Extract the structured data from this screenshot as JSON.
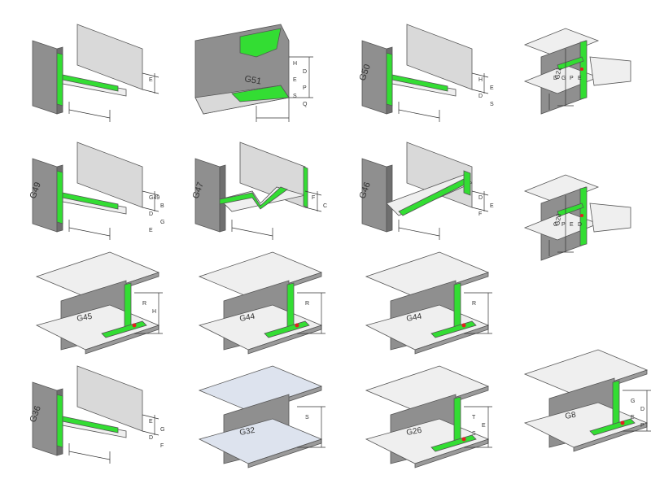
{
  "colors": {
    "plate": "#8f8f8f",
    "plate_dark": "#6f6f6f",
    "plate_light": "#d9d9d9",
    "flange_top": "#efefef",
    "flange_edge": "#9a9a9a",
    "weld": "#33dd33",
    "weld_dark": "#1a9a1a",
    "dim": "#333333",
    "red_dot": "#e02020",
    "steel_blue": "#dde3ee"
  },
  "joints": [
    {
      "id": "c1",
      "label": "",
      "kind": "tee_plate",
      "dims": [
        "E"
      ]
    },
    {
      "id": "G51",
      "label": "G51",
      "kind": "beam_bevel",
      "dims": [
        "H",
        "D",
        "E",
        "P",
        "S",
        "Q"
      ]
    },
    {
      "id": "G50",
      "label": "G50",
      "kind": "tee_plate_v",
      "dims": [
        "H",
        "E",
        "D",
        "S"
      ]
    },
    {
      "id": "G21",
      "label": "G21",
      "kind": "ibeam_end",
      "dims": [
        "D",
        "G",
        "P",
        "E"
      ]
    },
    {
      "id": "G49",
      "label": "G49",
      "kind": "tee_plate_step",
      "dims": [
        "G49",
        "B",
        "D",
        "G",
        "E"
      ]
    },
    {
      "id": "G47",
      "label": "G47",
      "kind": "tee_plate_zig",
      "dims": [
        "F",
        "C"
      ]
    },
    {
      "id": "G46",
      "label": "G46",
      "kind": "tee_plate_ramp",
      "dims": [
        "D",
        "E",
        "F"
      ]
    },
    {
      "id": "G20",
      "label": "G20",
      "kind": "ibeam_end",
      "dims": [
        "G",
        "P",
        "E",
        "D"
      ]
    },
    {
      "id": "G45",
      "label": "G45",
      "kind": "ibeam_corner",
      "dims": [
        "R",
        "H"
      ]
    },
    {
      "id": "G44a",
      "label": "G44",
      "kind": "ibeam_corner",
      "dims": [
        "R"
      ]
    },
    {
      "id": "G44b",
      "label": "G44",
      "kind": "ibeam_cope",
      "dims": [
        "R"
      ]
    },
    {
      "id": "blank",
      "label": "",
      "kind": "none",
      "dims": []
    },
    {
      "id": "G36",
      "label": "G36",
      "kind": "tee_plate_angle",
      "dims": [
        "E",
        "G",
        "D",
        "F"
      ]
    },
    {
      "id": "G32",
      "label": "G32",
      "kind": "ibeam_plain",
      "dims": [
        "S"
      ]
    },
    {
      "id": "G26",
      "label": "G26",
      "kind": "ibeam_vertical",
      "dims": [
        "T",
        "E",
        "S"
      ]
    },
    {
      "id": "G8",
      "label": "G8",
      "kind": "ibeam_bevel_end",
      "dims": [
        "G",
        "D",
        "E",
        "P"
      ]
    }
  ]
}
